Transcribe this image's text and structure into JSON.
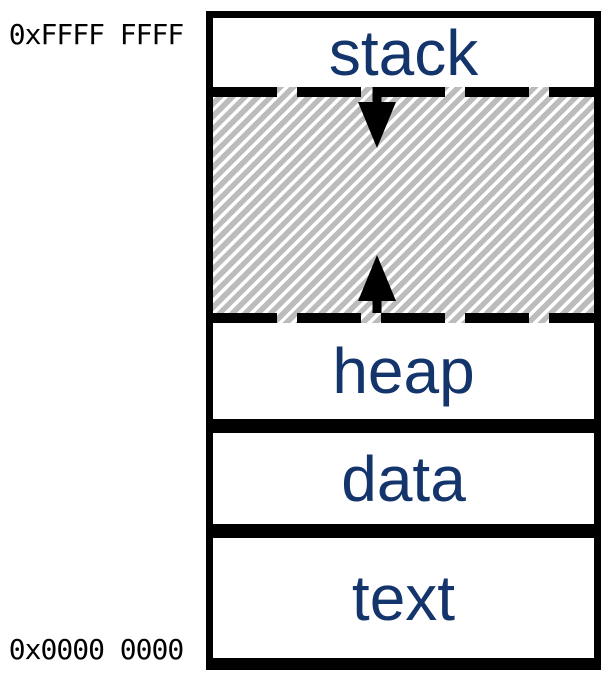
{
  "memory_map": {
    "address_top": "0xFFFF FFFF",
    "address_bottom": "0x0000 0000",
    "segments": [
      {
        "id": "stack",
        "label": "stack"
      },
      {
        "id": "heap",
        "label": "heap"
      },
      {
        "id": "data",
        "label": "data"
      },
      {
        "id": "text",
        "label": "text"
      }
    ],
    "free_region": {
      "icons": [
        "arrow-down-icon",
        "arrow-up-icon"
      ]
    },
    "colors": {
      "segment_label": "#14356b",
      "outline": "#000000",
      "hatch_stripe": "#bcbcbc",
      "background": "#ffffff"
    }
  }
}
